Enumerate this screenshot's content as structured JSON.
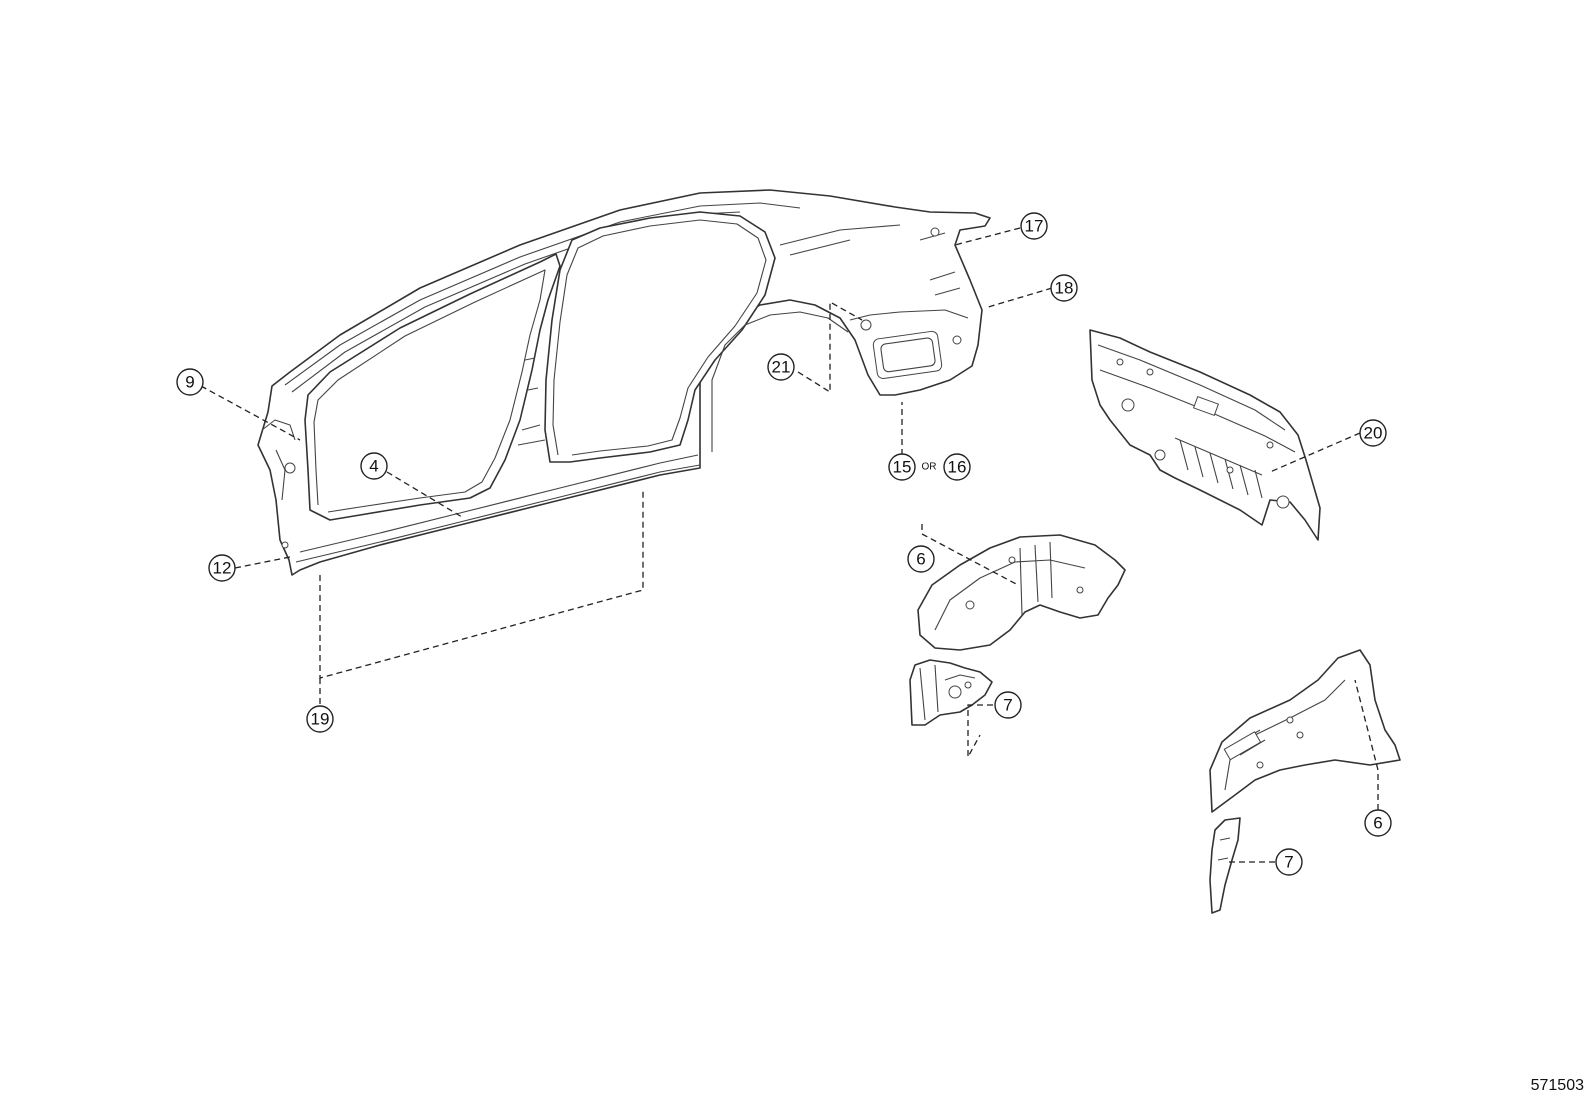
{
  "diagram": {
    "reference_number": "571503",
    "connector_word": "OR",
    "callouts": {
      "c4": "4",
      "c6a": "6",
      "c6b": "6",
      "c7a": "7",
      "c7b": "7",
      "c9": "9",
      "c12": "12",
      "c15": "15",
      "c16": "16",
      "c17": "17",
      "c18": "18",
      "c19": "19",
      "c20": "20",
      "c21": "21"
    },
    "line_color": "#333333",
    "background_color": "#ffffff"
  }
}
